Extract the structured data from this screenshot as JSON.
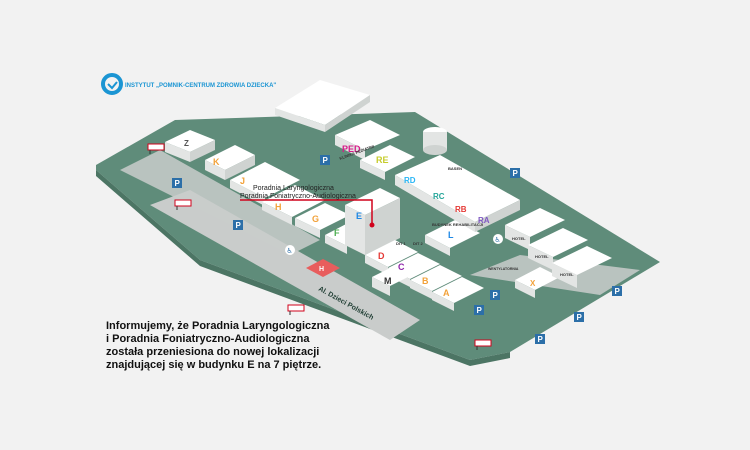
{
  "colors": {
    "ground": "#5f8c7a",
    "ground_dark": "#4c7564",
    "road": "#c9cccb",
    "building_top": "#ffffff",
    "building_side": "#e3e5e4",
    "building_shade": "#cfd3d1",
    "parking": "#2c6fa8",
    "marker_red": "#d0021b",
    "logo": "#1b95d3"
  },
  "logo": {
    "text": "INSTYTUT „POMNIK-CENTRUM ZDROWIA DZIECKA\""
  },
  "street": {
    "label": "Al. Dzieci Polskich"
  },
  "callout": {
    "line1": "Poradnia Laryngologiczna",
    "line2": "Poradnia Foniatryczno-Audiologiczna"
  },
  "notice": {
    "line1": "Informujemy, że Poradnia Laryngologiczna",
    "line2": "i Poradnia Foniatryczno-Audiologiczna",
    "line3": "została przeniesiona do nowej lokalizacji",
    "line4": "znajdującej się w budynku E na 7 piętrze."
  },
  "buildings": [
    {
      "letter": "Z",
      "color": "#555555"
    },
    {
      "letter": "K",
      "color": "#f2a23a"
    },
    {
      "letter": "J",
      "color": "#f2a23a"
    },
    {
      "letter": "H",
      "color": "#f2a23a"
    },
    {
      "letter": "G",
      "color": "#f2a23a"
    },
    {
      "letter": "F",
      "color": "#4caf50"
    },
    {
      "letter": "E",
      "color": "#1e88e5"
    },
    {
      "letter": "D",
      "color": "#e53935"
    },
    {
      "letter": "C",
      "color": "#8e24aa"
    },
    {
      "letter": "B",
      "color": "#f2a23a"
    },
    {
      "letter": "A",
      "color": "#f2a23a"
    },
    {
      "letter": "M",
      "color": "#333333"
    },
    {
      "letter": "L",
      "color": "#1e88e5"
    },
    {
      "letter": "X",
      "color": "#f2a23a"
    },
    {
      "letter": "PED",
      "color": "#d81b8a"
    },
    {
      "letter": "RE",
      "color": "#c6cc2b"
    },
    {
      "letter": "RD",
      "color": "#29b6f6"
    },
    {
      "letter": "RC",
      "color": "#26a69a"
    },
    {
      "letter": "RB",
      "color": "#e53935"
    },
    {
      "letter": "RA",
      "color": "#7e57c2"
    }
  ],
  "small_labels": {
    "ped_sub": "KLINIKA PEDIATRII",
    "baseny": "BASEN",
    "rehab": "BUDYNEK REHABILITACJI",
    "hotel1": "HOTEL",
    "hotel2": "HOTEL",
    "hotel3": "HOTEL",
    "dit1": "DIT 1",
    "dit2": "DIT 2",
    "wentyl": "WENTYLATORNIA"
  },
  "parking_label": "P",
  "helipad_label": "H"
}
